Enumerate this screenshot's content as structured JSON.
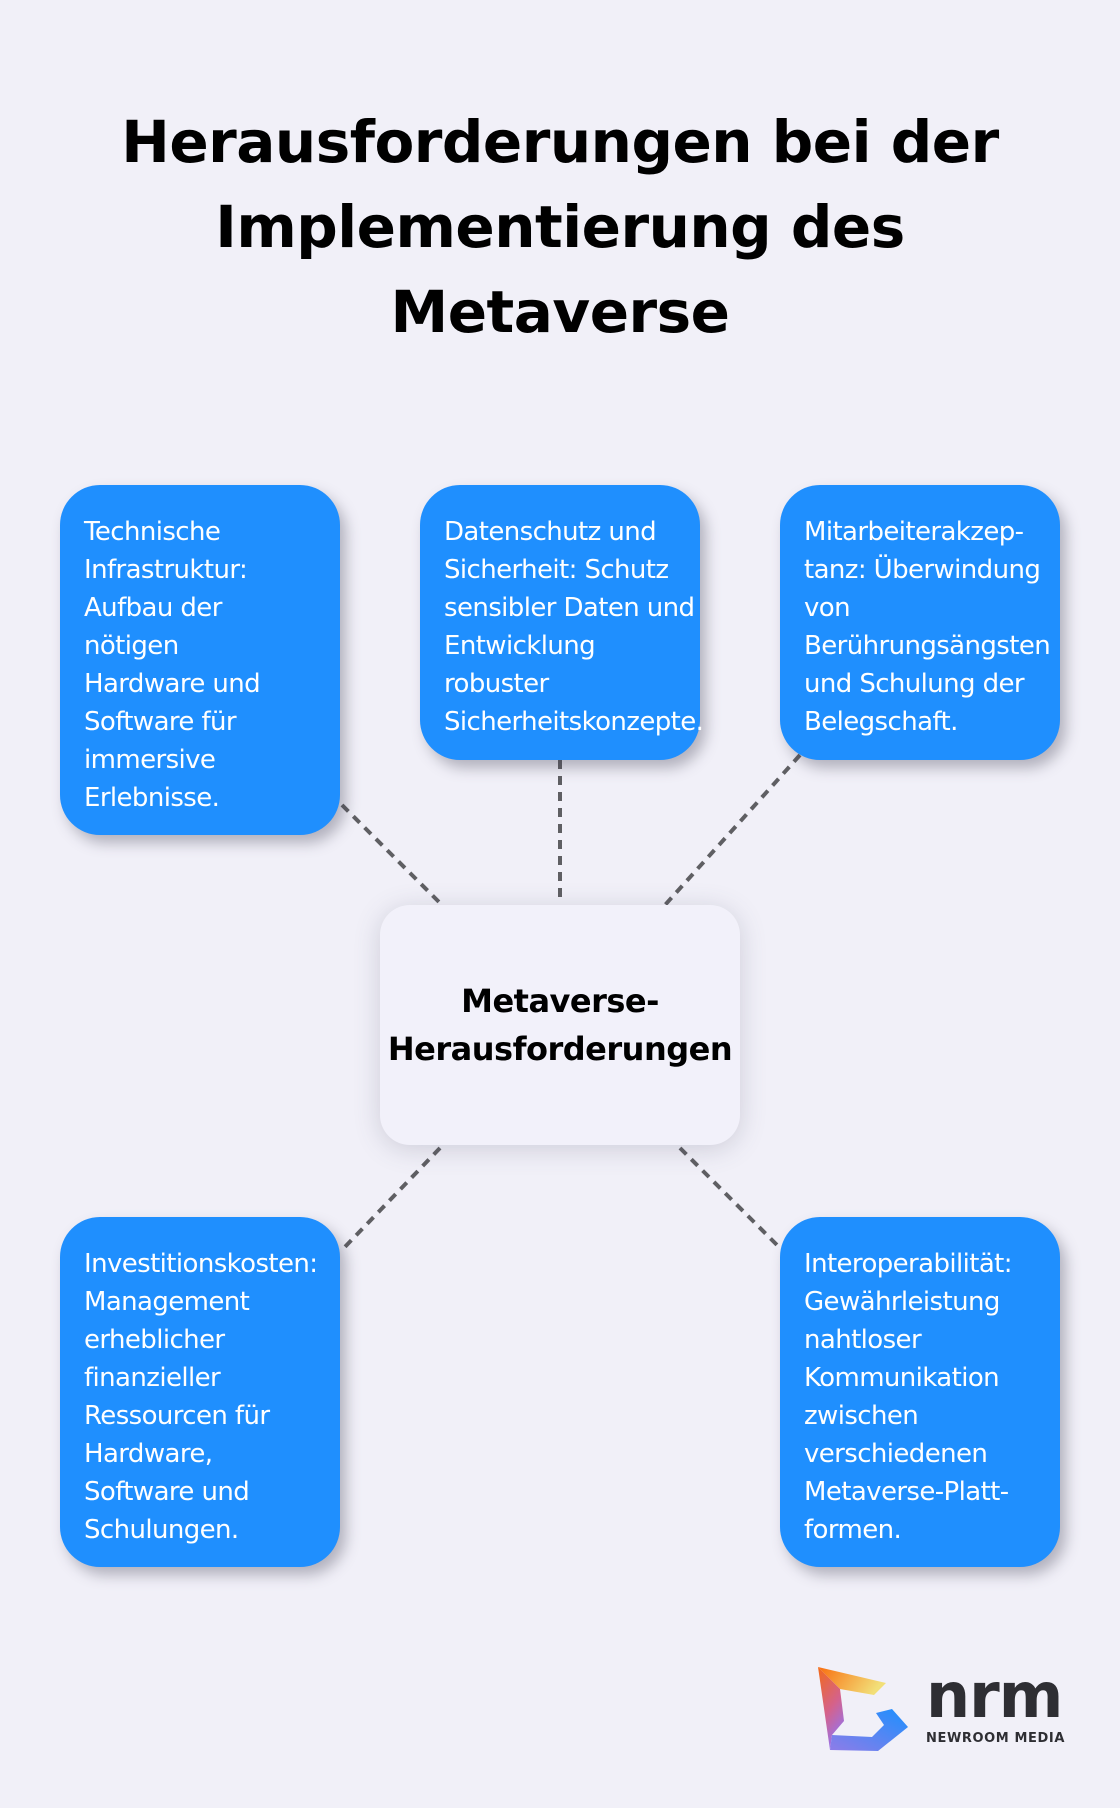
{
  "title": {
    "lines": [
      "Herausforderungen bei der",
      "Implementierung des",
      "Metaverse"
    ]
  },
  "center": {
    "lines": [
      "Metaverse-",
      "Herausforderungen"
    ],
    "background": "#f2f1fa"
  },
  "cards": [
    {
      "id": "technische-infrastruktur",
      "lines": [
        "Technische",
        "Infrastruktur:",
        "Aufbau der",
        "nötigen",
        "Hardware und",
        "Software für",
        "immersive",
        "Erlebnisse."
      ]
    },
    {
      "id": "datenschutz",
      "lines": [
        "Datenschutz und",
        "Sicherheit: Schutz",
        "sensibler Daten und",
        "Entwicklung",
        "robuster",
        "Sicherheitskonzepte."
      ]
    },
    {
      "id": "mitarbeiterakzeptanz",
      "lines": [
        "Mitarbeiterakzep-",
        "tanz: Überwindung",
        "von",
        "Berührungsängsten",
        "und Schulung der",
        "Belegschaft."
      ]
    },
    {
      "id": "investitionskosten",
      "lines": [
        "Investitionskosten:",
        "Management",
        "erheblicher",
        "finanzieller",
        "Ressourcen für",
        "Hardware,",
        "Software und",
        "Schulungen."
      ]
    },
    {
      "id": "interoperabilitaet",
      "lines": [
        "Interoperabilität:",
        "Gewährleistung",
        "nahtloser",
        "Kommunikation",
        "zwischen",
        "verschiedenen",
        "Metaverse-Platt-",
        "formen."
      ]
    }
  ],
  "logo": {
    "wordmark": "nrm",
    "subtitle": "NEWROOM MEDIA",
    "icon": "nrm-gradient-bracket-icon"
  },
  "colors": {
    "background": "#f1f0f8",
    "card": "#1f8ffe",
    "connector": "#5f5f63",
    "text_dark": "#000000",
    "logo_text": "#2e2e33"
  }
}
